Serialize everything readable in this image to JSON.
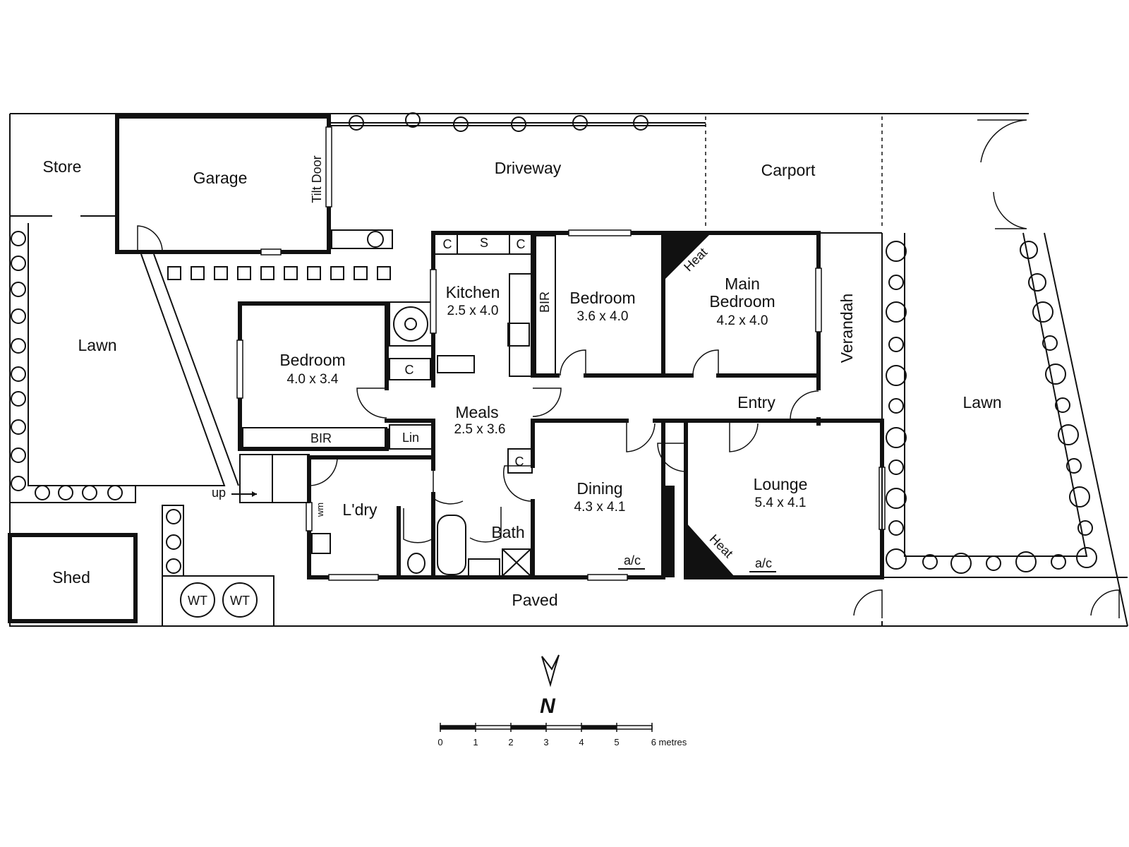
{
  "rooms": {
    "store": "Store",
    "garage": "Garage",
    "tilt_door": "Tilt Door",
    "driveway": "Driveway",
    "carport": "Carport",
    "lawn_west": "Lawn",
    "lawn_east": "Lawn",
    "kitchen": {
      "name": "Kitchen",
      "dim": "2.5 x 4.0"
    },
    "bedroom_front": {
      "name": "Bedroom",
      "dim": "3.6 x 4.0"
    },
    "main_bedroom": {
      "name1": "Main",
      "name2": "Bedroom",
      "dim": "4.2 x 4.0"
    },
    "bedroom_west": {
      "name": "Bedroom",
      "dim": "4.0 x 3.4"
    },
    "meals": {
      "name": "Meals",
      "dim": "2.5 x 3.6"
    },
    "verandah": "Verandah",
    "entry": "Entry",
    "dining": {
      "name": "Dining",
      "dim": "4.3 x 4.1"
    },
    "lounge": {
      "name": "Lounge",
      "dim": "5.4 x 4.1"
    },
    "laundry": "L'dry",
    "bath": "Bath",
    "shed": "Shed",
    "paved": "Paved"
  },
  "fixtures": {
    "c": "C",
    "s": "S",
    "bir": "BIR",
    "lin": "Lin",
    "heat": "Heat",
    "ac": "a/c",
    "wm": "wm",
    "wt": "WT",
    "up": "up"
  },
  "compass": {
    "label": "N"
  },
  "scale": {
    "ticks": [
      "0",
      "1",
      "2",
      "3",
      "4",
      "5"
    ],
    "last": "6 metres"
  }
}
